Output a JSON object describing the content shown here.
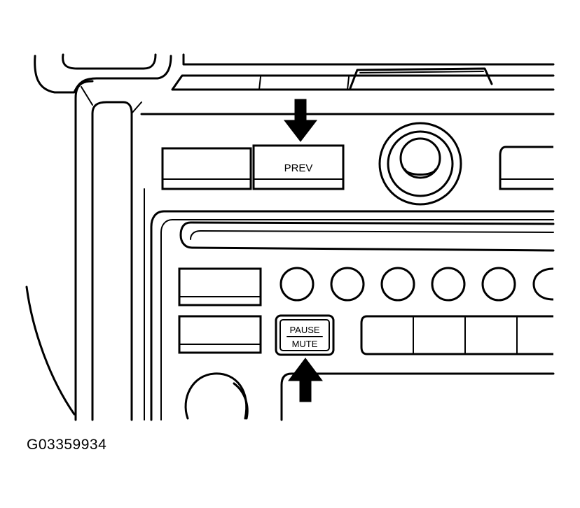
{
  "figure": {
    "id": "G03359934"
  },
  "buttons": {
    "prev_label": "PREV",
    "pause_label": "PAUSE",
    "mute_label": "MUTE"
  },
  "preset_buttons_count": 6,
  "colors": {
    "line": "#000000",
    "background": "#ffffff"
  }
}
